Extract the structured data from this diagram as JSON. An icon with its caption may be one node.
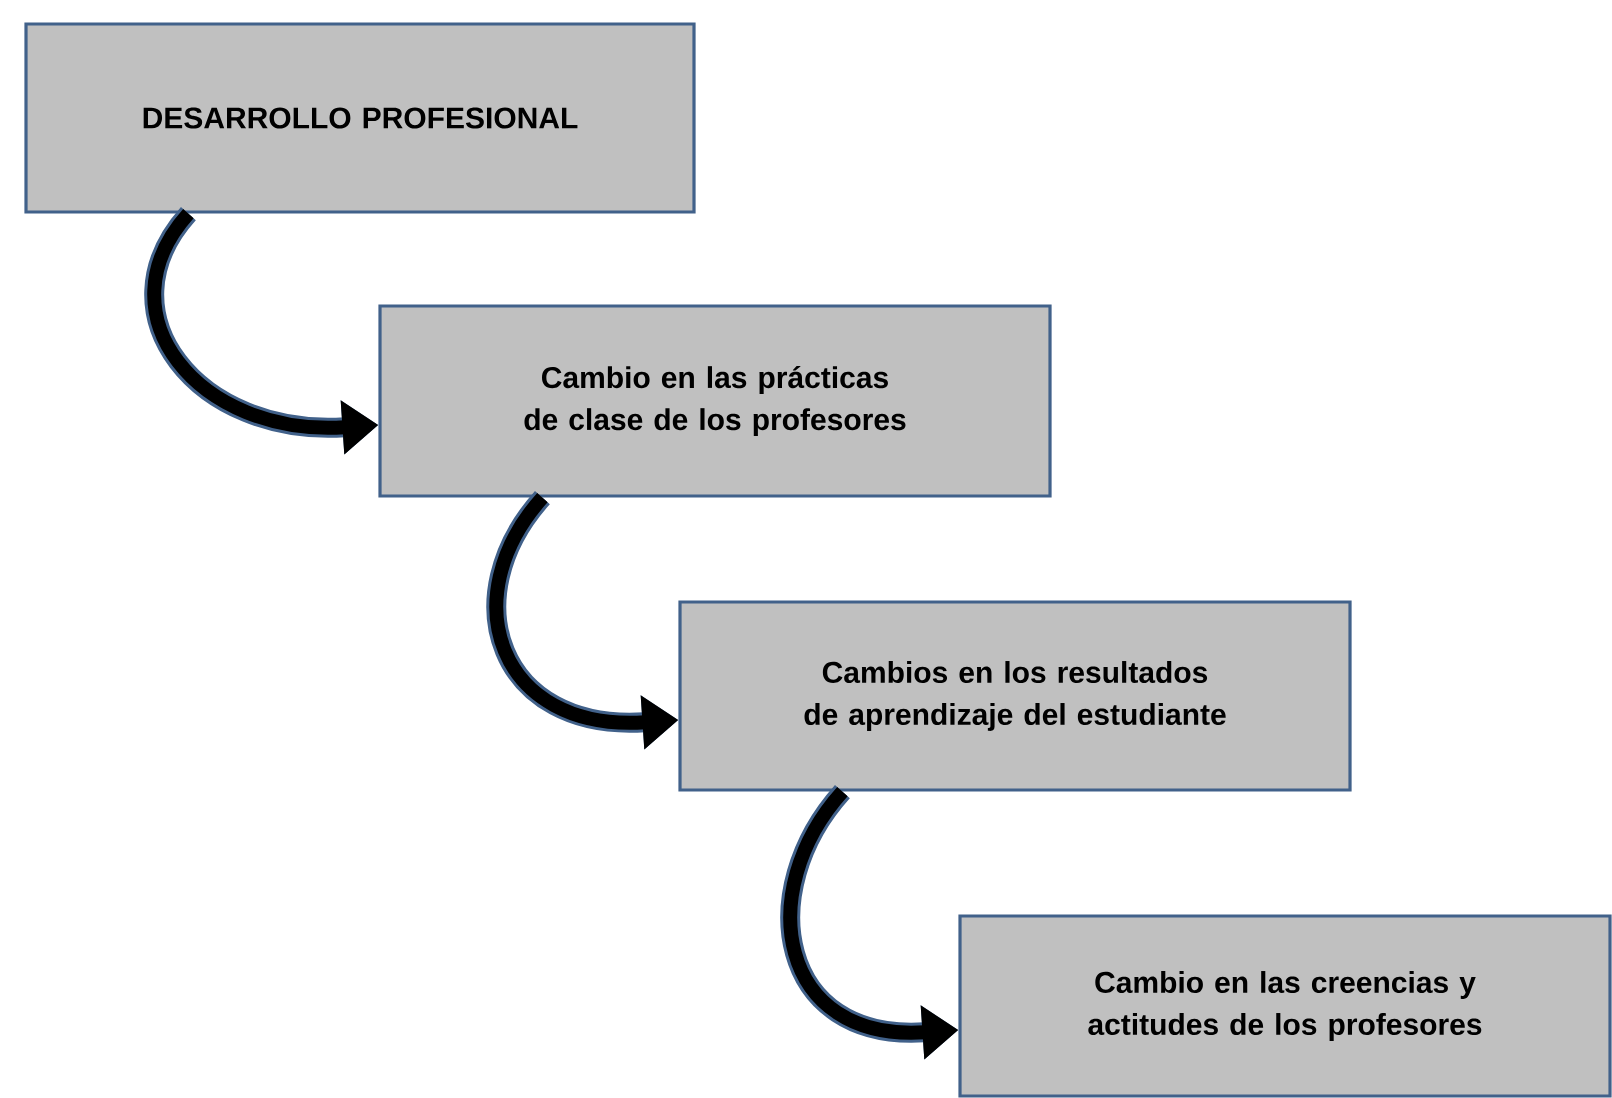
{
  "diagram": {
    "nodes": [
      {
        "text": [
          "DESARROLLO PROFESIONAL"
        ]
      },
      {
        "text": [
          "Cambio en las prácticas de clase de los profesores"
        ]
      },
      {
        "text": [
          "Cambios en los resultados de aprendizaje del estudiante"
        ]
      },
      {
        "text": [
          "Cambio en las creencias y actitudes de los profesores"
        ]
      }
    ],
    "edges": [
      {
        "from": 0,
        "to": 1,
        "arrow": "to"
      },
      {
        "from": 1,
        "to": 2,
        "arrow": "to"
      },
      {
        "from": 2,
        "to": 3,
        "arrow": "to"
      }
    ]
  }
}
